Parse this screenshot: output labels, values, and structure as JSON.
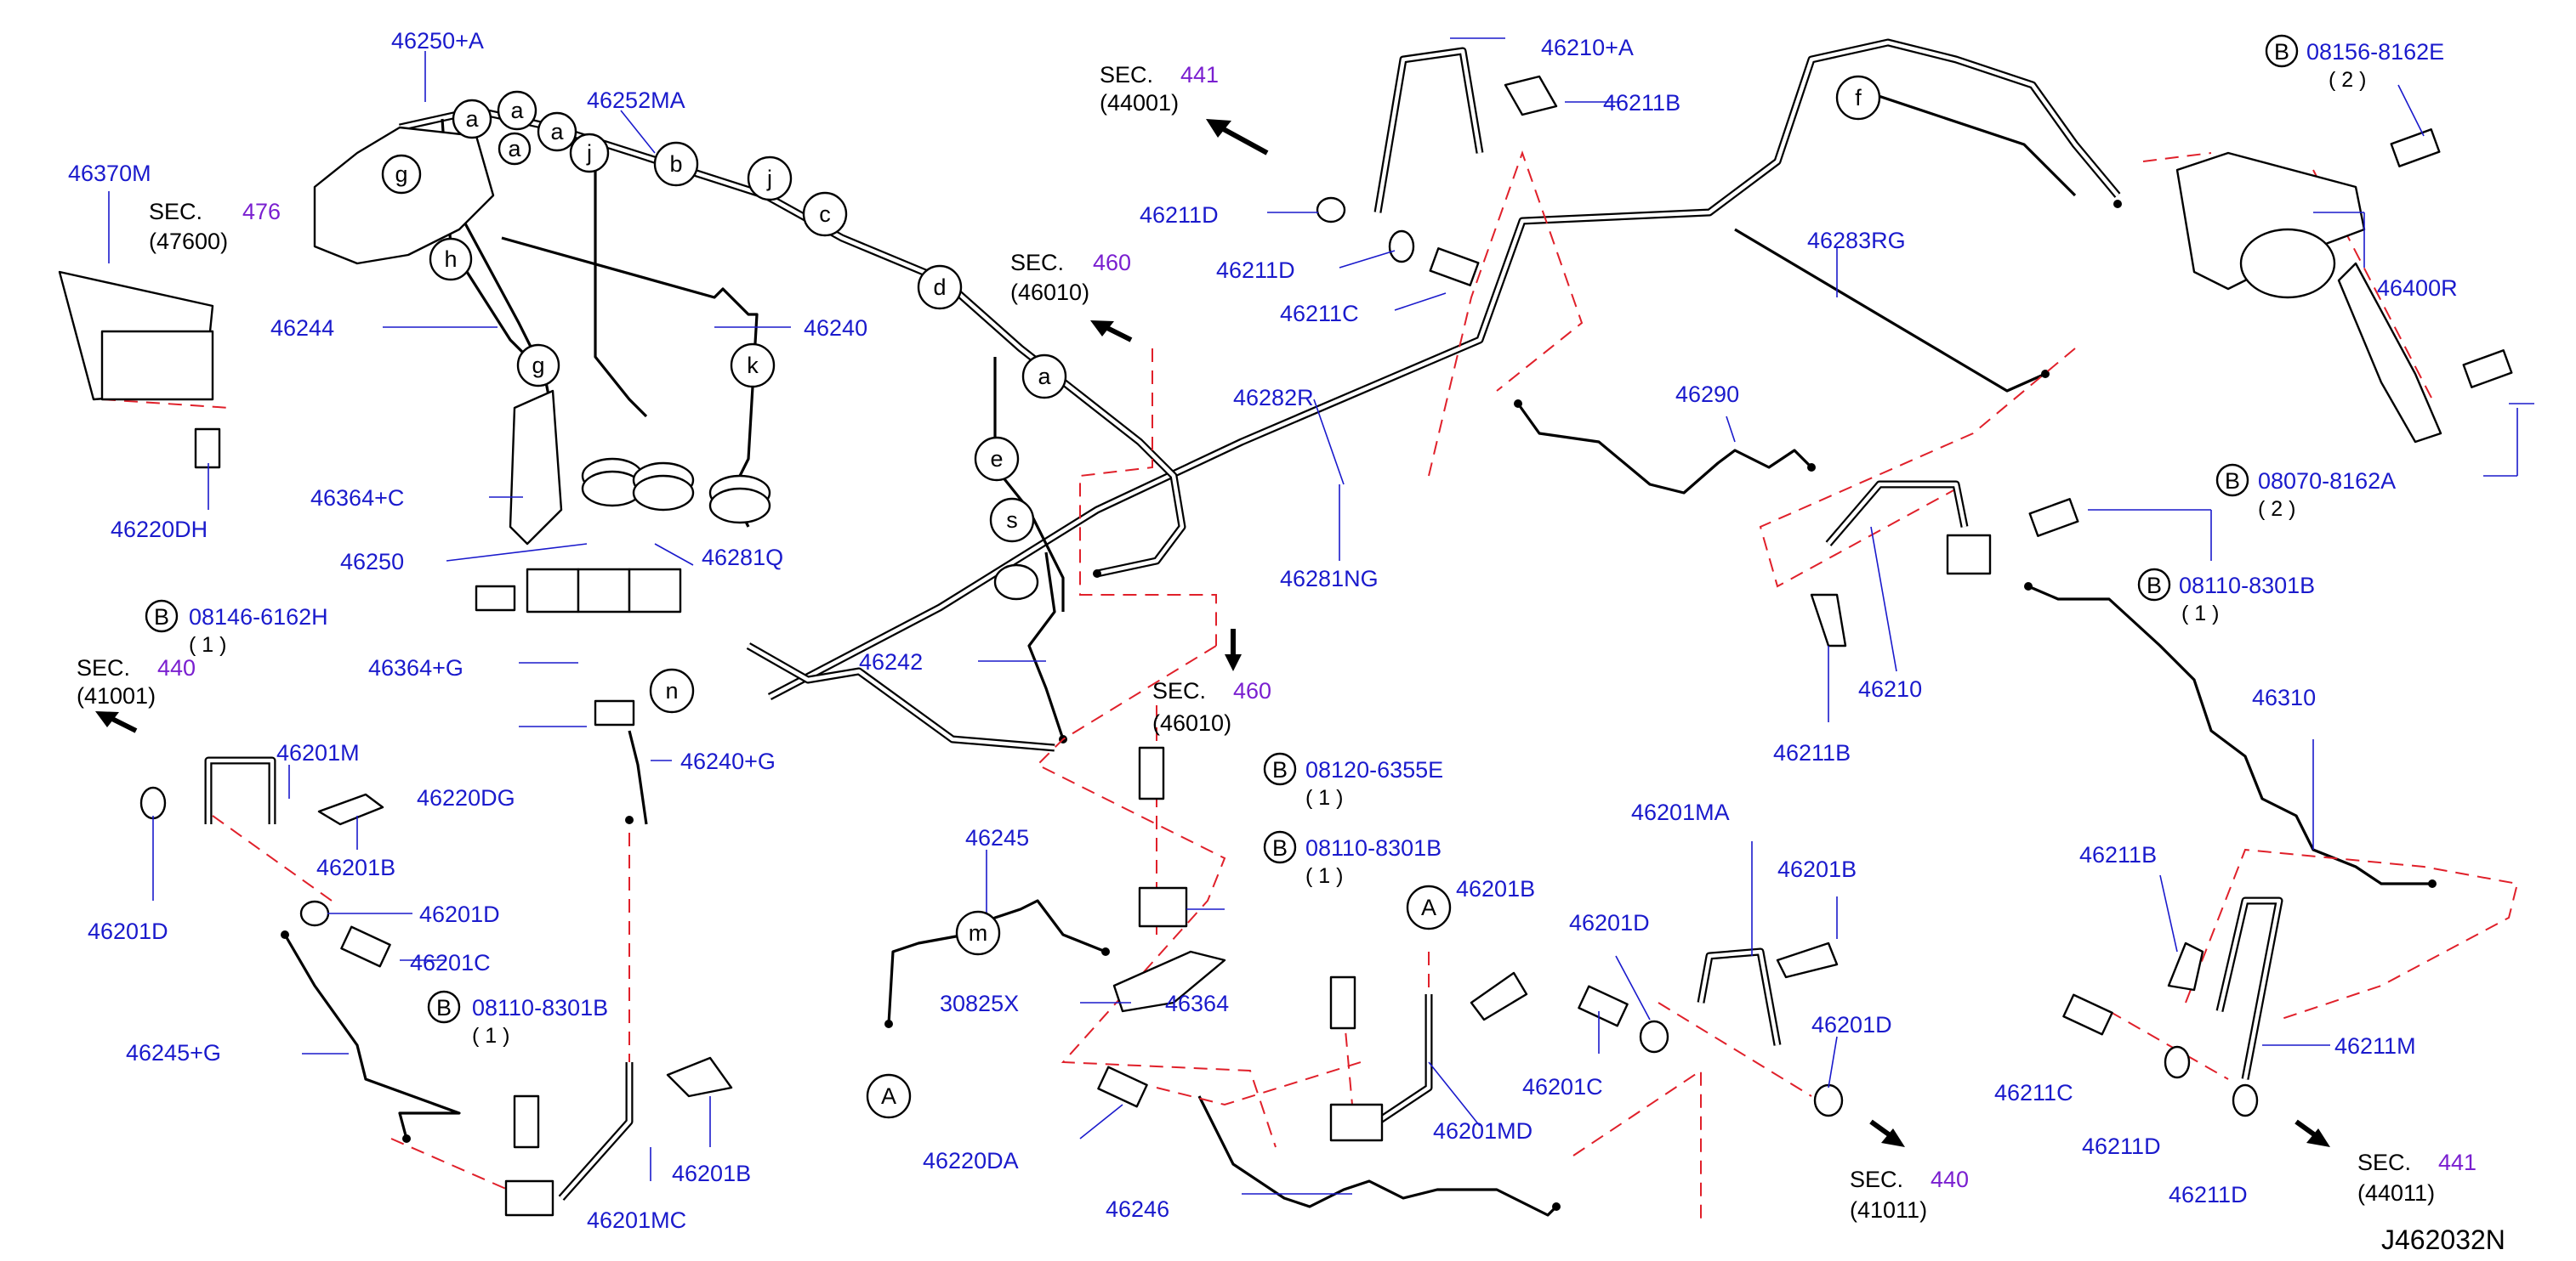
{
  "diagram": {
    "code": "J462032N",
    "sections": [
      {
        "id": "sec441a",
        "prefix": "SEC.",
        "num": "441",
        "sub": "(44001)"
      },
      {
        "id": "sec476",
        "prefix": "SEC.",
        "num": "476",
        "sub": "(47600)"
      },
      {
        "id": "sec460a",
        "prefix": "SEC.",
        "num": "460",
        "sub": "(46010)"
      },
      {
        "id": "sec440a",
        "prefix": "SEC.",
        "num": "440",
        "sub": "(41001)"
      },
      {
        "id": "sec460b",
        "prefix": "SEC.",
        "num": "460",
        "sub": "(46010)"
      },
      {
        "id": "sec440b",
        "prefix": "SEC.",
        "num": "440",
        "sub": "(41011)"
      },
      {
        "id": "sec441b",
        "prefix": "SEC.",
        "num": "441",
        "sub": "(44011)"
      }
    ],
    "bolt_specs": [
      {
        "id": "b1",
        "marker": "B",
        "pn": "08156-8162E",
        "qty": "( 2 )"
      },
      {
        "id": "b2",
        "marker": "B",
        "pn": "08070-8162A",
        "qty": "( 2 )"
      },
      {
        "id": "b3",
        "marker": "B",
        "pn": "08110-8301B",
        "qty": "( 1 )"
      },
      {
        "id": "b4",
        "marker": "B",
        "pn": "08146-6162H",
        "qty": "( 1 )"
      },
      {
        "id": "b5",
        "marker": "B",
        "pn": "08120-6355E",
        "qty": "( 1 )"
      },
      {
        "id": "b6",
        "marker": "B",
        "pn": "08110-8301B",
        "qty": "( 1 )"
      },
      {
        "id": "b7",
        "marker": "B",
        "pn": "08110-8301B",
        "qty": "( 1 )"
      }
    ],
    "part_labels": [
      "46250+A",
      "46252MA",
      "46370M",
      "46244",
      "46240",
      "46364+C",
      "46250",
      "46281Q",
      "46364+G",
      "46220DH",
      "46220DG",
      "46240+G",
      "46201M",
      "46201D",
      "46201B",
      "46201D",
      "46201C",
      "46245+G",
      "46201MC",
      "46201B",
      "46242",
      "46245",
      "30825X",
      "46364",
      "46220DA",
      "46246",
      "46201B",
      "46201MD",
      "46201MA",
      "46201B",
      "46201D",
      "46201D",
      "46201C",
      "46210+A",
      "46211B",
      "46211D",
      "46211D",
      "46211C",
      "46282R",
      "46281NG",
      "46283RG",
      "46290",
      "46210",
      "46211B",
      "46400R",
      "46310",
      "46211B",
      "46211M",
      "46211C",
      "46211D",
      "46211D"
    ],
    "connector_letters": [
      "a",
      "a",
      "a",
      "a",
      "g",
      "h",
      "g",
      "j",
      "b",
      "j",
      "c",
      "d",
      "a",
      "k",
      "e",
      "s",
      "n",
      "m",
      "f",
      "A",
      "A"
    ]
  }
}
